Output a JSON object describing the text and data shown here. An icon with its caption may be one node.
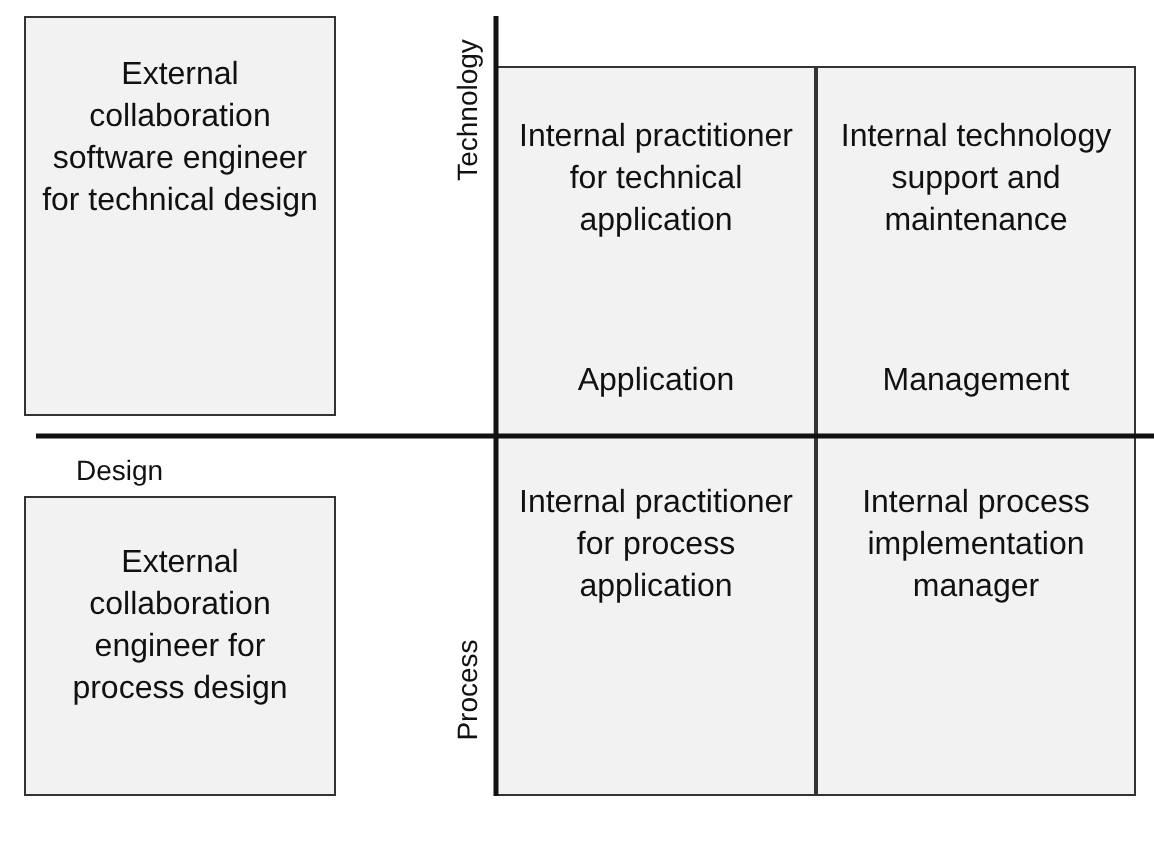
{
  "diagram": {
    "nodes": [
      {
        "text": [
          "External collaboration software engineer for technical design"
        ]
      },
      {
        "text": [
          "Internal practitioner for technical application",
          "Application"
        ]
      },
      {
        "text": [
          "Internal technology support and maintenance",
          "Management"
        ]
      },
      {
        "text": [
          "External collaboration engineer for process design"
        ]
      },
      {
        "text": [
          "Internal practitioner for process application"
        ]
      },
      {
        "text": [
          "Internal process implementation manager"
        ]
      }
    ],
    "edges": [],
    "labels": [
      "Technology",
      "Design",
      "Process"
    ]
  }
}
